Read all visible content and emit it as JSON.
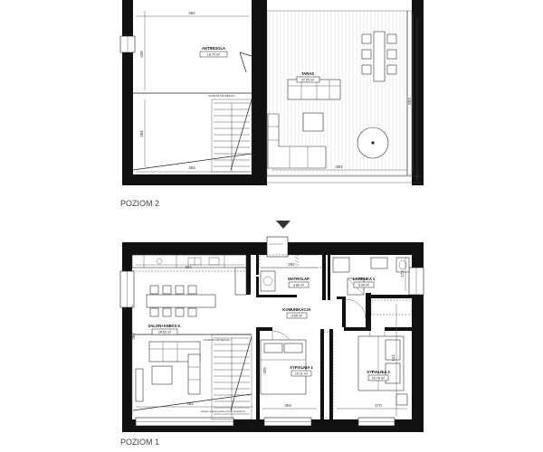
{
  "levels": [
    {
      "title": "POZIOM 2",
      "rooms": [
        {
          "name": "ANTRESOLA",
          "area": "18.75 m²"
        },
        {
          "name": "TARAS",
          "area": "27.25 m²"
        }
      ],
      "dimensions": [
        "482",
        "328",
        "264",
        "482",
        "601",
        "603"
      ],
      "notes": [
        "POZIOM ANTRESOLI"
      ]
    },
    {
      "title": "POZIOM 1",
      "rooms": [
        {
          "name": "SALON+ANEKS K.",
          "area": "29.52 m²"
        },
        {
          "name": "WATROLAP",
          "area": "3.80 m²"
        },
        {
          "name": "ŁAZIENKA 1",
          "area": "5.00 m²"
        },
        {
          "name": "KOMUNIKACJA",
          "area": "4.65 m²"
        },
        {
          "name": "SYPIALNIA 1",
          "area": "10.21 m²"
        },
        {
          "name": "SYPIALNIA 2",
          "area": "10.78 m²"
        }
      ],
      "dimensions": [
        "494",
        "292",
        "173",
        "262",
        "482",
        "304",
        "270",
        "441",
        "326"
      ],
      "notes": [
        "POZIOM ANTRESOLI",
        "schody wykonywane przez inwestora"
      ]
    }
  ]
}
